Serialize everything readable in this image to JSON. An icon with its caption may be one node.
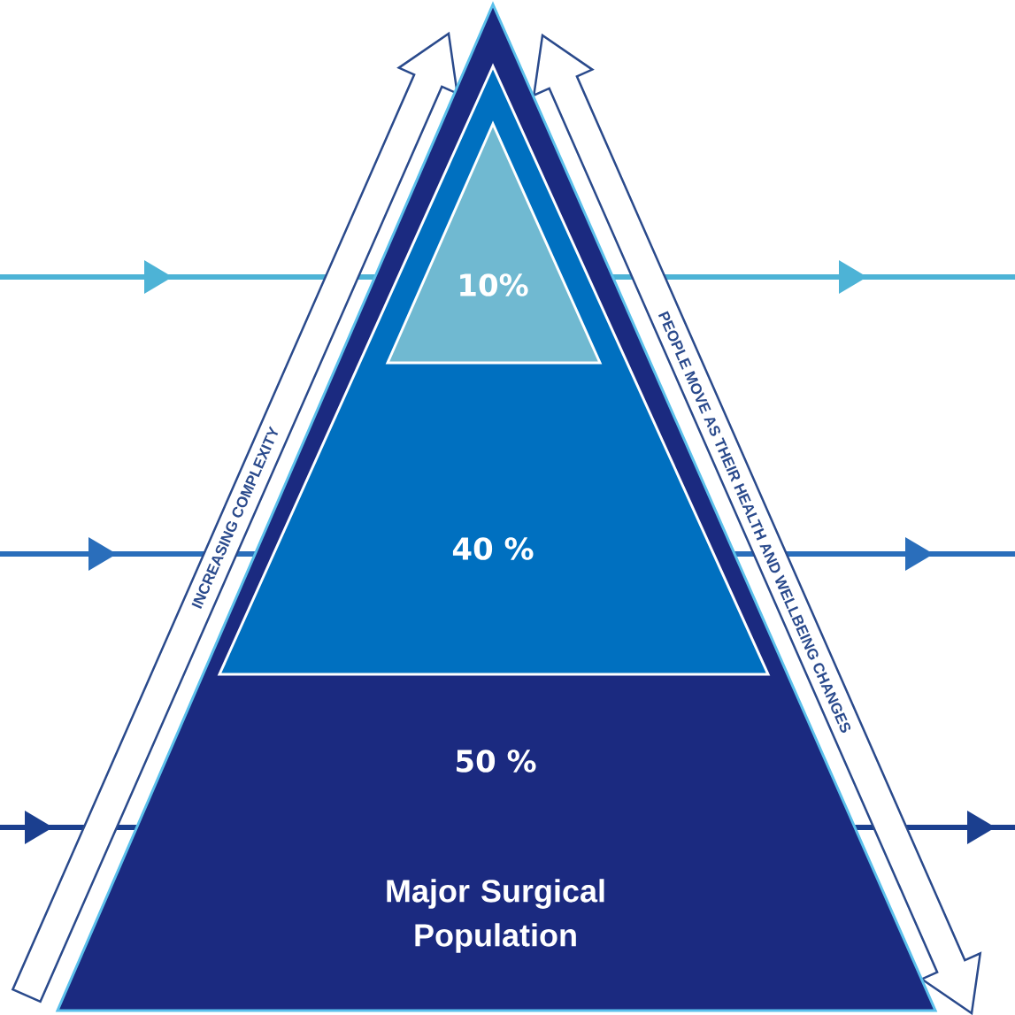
{
  "diagram": {
    "nodes": [
      {
        "text": [
          "50 %",
          "Major Surgical Population"
        ]
      },
      {
        "text": [
          "40 %"
        ],
        "in": 0
      },
      {
        "text": [
          "10%"
        ],
        "in": 1
      }
    ],
    "labels": [
      "INCREASING COMPLEXITY",
      "PEOPLE MOVE AS THEIR HEALTH AND WELLBEING CHANGES"
    ]
  }
}
